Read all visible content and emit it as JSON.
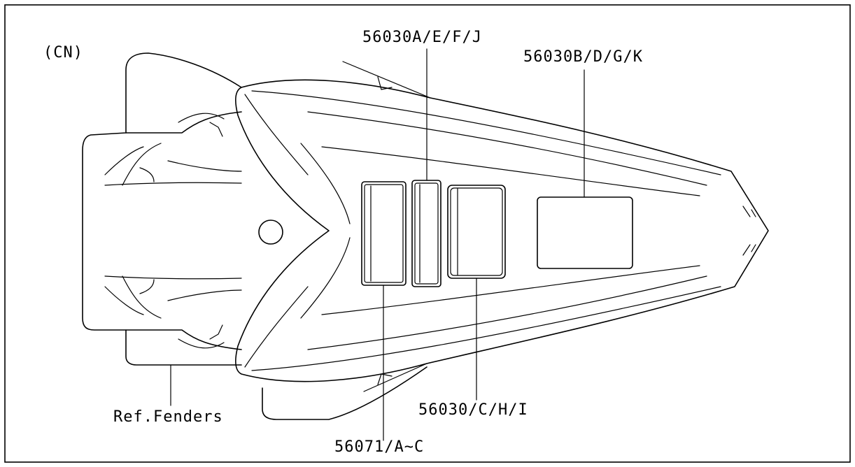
{
  "region_code": "(CN)",
  "callouts": {
    "decal_a": "56030A/E/F/J",
    "decal_b": "56030B/D/G/K",
    "decal_c": "56030/C/H/I",
    "decal_d": "56071/A~C",
    "reference": "Ref.Fenders"
  }
}
